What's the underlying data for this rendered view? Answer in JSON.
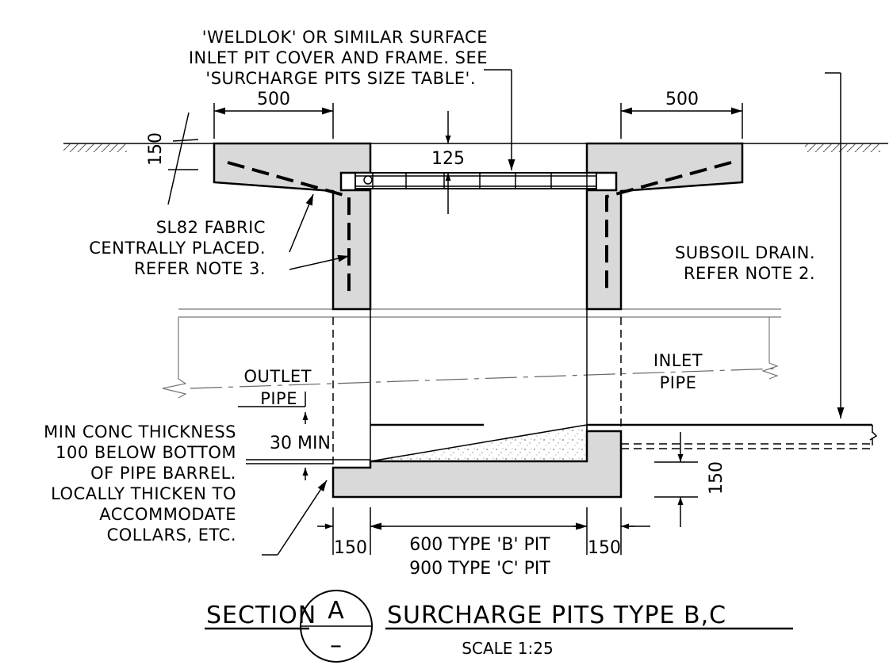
{
  "notes": {
    "cover_line1": "'WELDLOK' OR SIMILAR SURFACE",
    "cover_line2": "INLET PIT COVER AND FRAME. SEE",
    "cover_line3": "'SURCHARGE PITS SIZE TABLE'.",
    "fabric_line1": "SL82 FABRIC",
    "fabric_line2": "CENTRALLY PLACED.",
    "fabric_line3": "REFER NOTE 3.",
    "subsoil_line1": "SUBSOIL DRAIN.",
    "subsoil_line2": "REFER NOTE 2.",
    "inlet_line1": "INLET",
    "inlet_line2": "PIPE",
    "outlet_line1": "OUTLET",
    "outlet_line2": "PIPE",
    "min_conc_line1": "MIN CONC THICKNESS",
    "min_conc_line2": "100 BELOW BOTTOM",
    "min_conc_line3": "OF PIPE BARREL.",
    "min_conc_line4": "LOCALLY THICKEN TO",
    "min_conc_line5": "ACCOMMODATE",
    "min_conc_line6": "COLLARS, ETC."
  },
  "dimensions": {
    "top_left_width": "500",
    "top_right_width": "500",
    "slab_thickness": "150",
    "cover_depth": "125",
    "min_clearance": "30 MIN",
    "base_thickness": "150",
    "wall_left": "150",
    "wall_right": "150",
    "pit_b": "600 TYPE 'B' PIT",
    "pit_c": "900 TYPE 'C' PIT"
  },
  "title": {
    "section_word": "SECTION",
    "marker_letter": "A",
    "marker_sheet": "–",
    "name": "SURCHARGE PITS TYPE B,C",
    "scale": "SCALE 1:25"
  }
}
